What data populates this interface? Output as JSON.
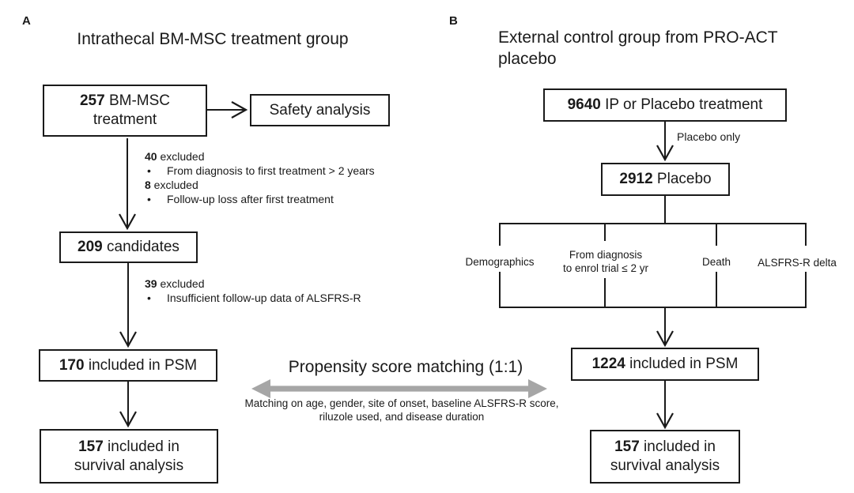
{
  "panel_a": {
    "label": "A",
    "title": "Intrathecal BM-MSC treatment group",
    "box_treatment": {
      "count": "257",
      "rest": " BM-MSC",
      "line2": "treatment"
    },
    "box_safety": {
      "label": "Safety analysis"
    },
    "exclusion1": {
      "bullet_glyph": "•",
      "count1": "40",
      "rest1": " excluded",
      "bullet1": "From diagnosis to first treatment > 2 years",
      "count2": "8",
      "rest2": " excluded",
      "bullet2": "Follow-up loss after first treatment"
    },
    "box_candidates": {
      "count": "209",
      "rest": " candidates"
    },
    "exclusion2": {
      "bullet_glyph": "•",
      "count": "39",
      "rest": " excluded",
      "bullet": "Insufficient follow-up data of ALSFRS-R"
    },
    "box_psm": {
      "count": "170",
      "rest": " included in PSM"
    },
    "box_survival": {
      "count": "157",
      "rest": " included in",
      "line2": "survival analysis"
    }
  },
  "matching": {
    "title": "Propensity score matching (1:1)",
    "note_line1": "Matching on age, gender, site of onset, baseline ALSFRS-R score,",
    "note_line2": "riluzole used, and disease duration",
    "arrow_color": "#a6a6a6"
  },
  "panel_b": {
    "label": "B",
    "title_line1": "External control group from PRO-ACT",
    "title_line2": "placebo",
    "box_ip": {
      "count": "9640",
      "rest": " IP or Placebo treatment"
    },
    "arrow_label": "Placebo only",
    "box_placebo": {
      "count": "2912",
      "rest": " Placebo"
    },
    "criteria": {
      "c1": "Demographics",
      "c2_line1": "From diagnosis",
      "c2_line2": "to enrol trial ≤ 2 yr",
      "c3": "Death",
      "c4": "ALSFRS-R delta"
    },
    "box_psm": {
      "count": "1224",
      "rest": " included in PSM"
    },
    "box_survival": {
      "count": "157",
      "rest": " included in",
      "line2": "survival analysis"
    }
  }
}
